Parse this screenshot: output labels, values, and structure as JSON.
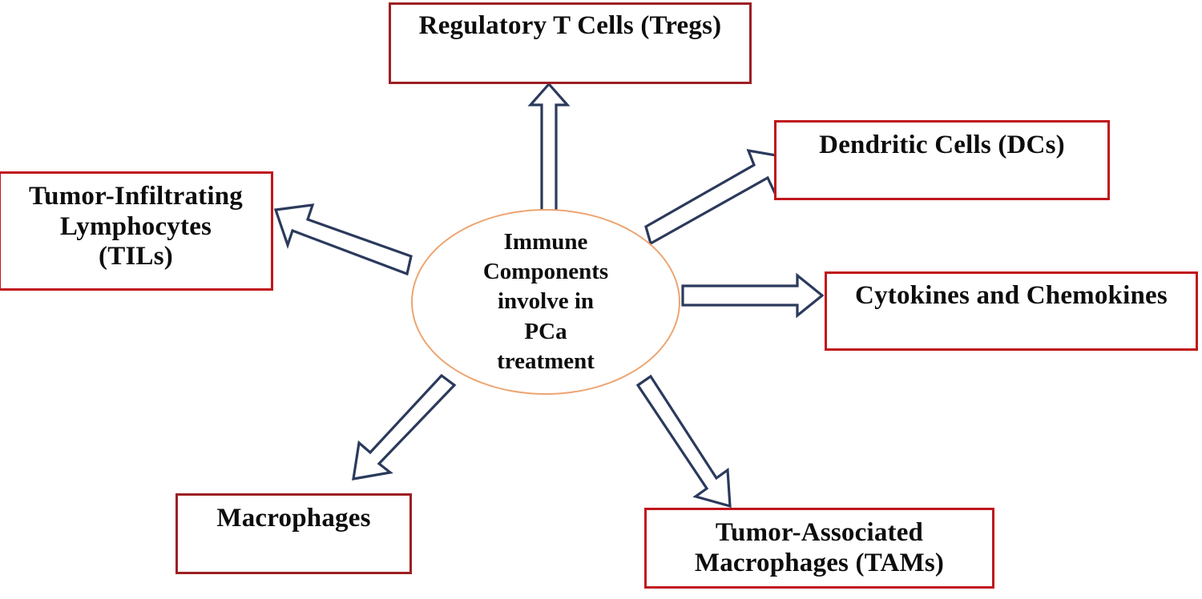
{
  "diagram": {
    "title": "Immune Components involve in PCa treatment",
    "type": "hub-and-spoke concept map",
    "center": {
      "label": "Immune\nComponents\ninvolve in\nPCa\ntreatment",
      "shape": "ellipse",
      "border_color": "#eda470",
      "fill_color": "#ffffff"
    },
    "nodes": [
      {
        "id": "tregs",
        "label": "Regulatory T Cells (Tregs)",
        "position": "top",
        "border_color": "#9c2024"
      },
      {
        "id": "dcs",
        "label": "Dendritic Cells (DCs)",
        "position": "top-right",
        "border_color": "#e8231c"
      },
      {
        "id": "cytokines",
        "label": "Cytokines and Chemokines",
        "position": "right",
        "border_color": "#e8231c"
      },
      {
        "id": "tams",
        "label": "Tumor-Associated\nMacrophages (TAMs)",
        "position": "bottom-right",
        "border_color": "#e8231c"
      },
      {
        "id": "macrophages",
        "label": "Macrophages",
        "position": "bottom-left",
        "border_color": "#9c2024"
      },
      {
        "id": "tils",
        "label": "Tumor-Infiltrating\nLymphocytes\n(TILs)",
        "position": "left",
        "border_color": "#e8231c"
      }
    ],
    "connectors": [
      {
        "id": "arrow-to-tregs",
        "from": "center",
        "to": "tregs",
        "direction": "up",
        "style": "block-arrow"
      },
      {
        "id": "arrow-to-dcs",
        "from": "center",
        "to": "dcs",
        "direction": "up-right",
        "style": "block-arrow"
      },
      {
        "id": "arrow-to-cytokines",
        "from": "center",
        "to": "cytokines",
        "direction": "right",
        "style": "block-arrow"
      },
      {
        "id": "arrow-to-tams",
        "from": "center",
        "to": "tams",
        "direction": "down-right",
        "style": "block-arrow"
      },
      {
        "id": "arrow-to-macrophages",
        "from": "center",
        "to": "macrophages",
        "direction": "down-left",
        "style": "block-arrow"
      },
      {
        "id": "arrow-to-tils",
        "from": "center",
        "to": "tils",
        "direction": "up-left",
        "style": "block-arrow"
      }
    ],
    "colors": {
      "arrow_stroke": "#2b3a5c",
      "arrow_fill": "#ffffff",
      "box_border_red": "#e8231c",
      "box_border_maroon": "#9c2024",
      "ellipse_border": "#eda470",
      "text": "#0d0d0d",
      "background": "#ffffff"
    }
  }
}
